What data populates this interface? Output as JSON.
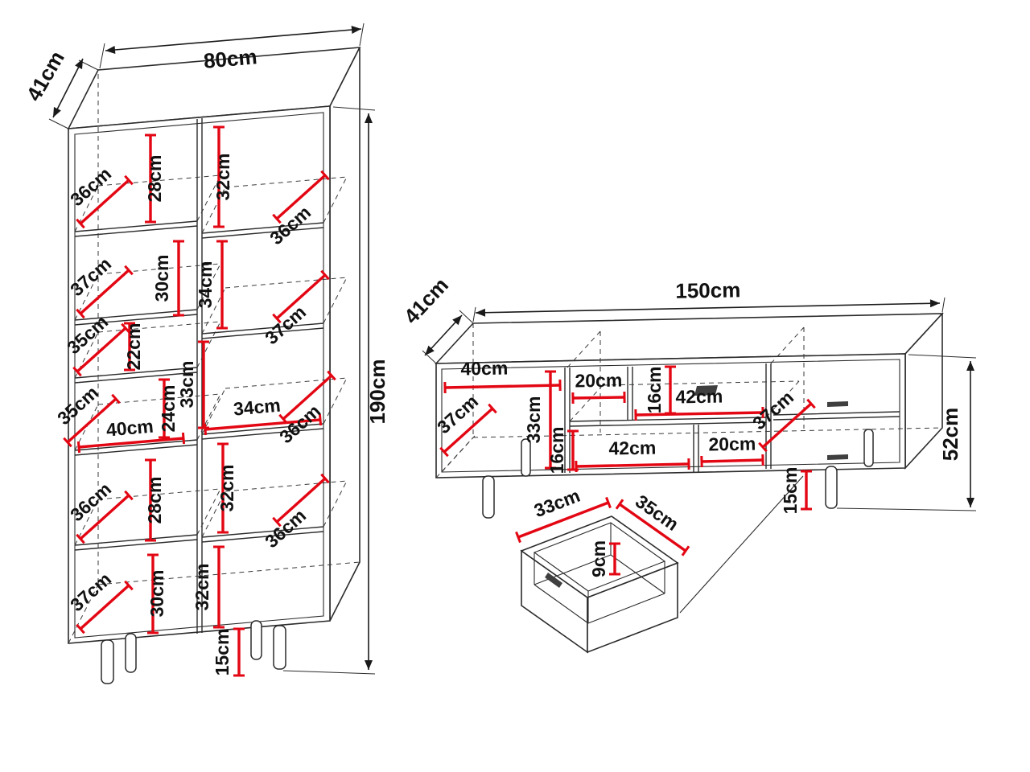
{
  "style": {
    "accent_red": "#e30613",
    "line_black": "#2b2b2b"
  },
  "cabinet": {
    "overall": {
      "width": "80cm",
      "depth": "41cm",
      "height": "190cm",
      "leg_height": "15cm"
    },
    "left_column": {
      "niche_width": "40cm",
      "shelf_heights": [
        "28cm",
        "30cm",
        "22cm",
        "24cm",
        "28cm",
        "30cm"
      ],
      "shelf_depths": [
        "36cm",
        "37cm",
        "35cm",
        "35cm",
        "36cm",
        "37cm"
      ]
    },
    "right_column": {
      "niche_width": "34cm",
      "shelf_heights": [
        "32cm",
        "34cm",
        "33cm",
        "32cm",
        "32cm"
      ],
      "shelf_depths": [
        "36cm",
        "37cm",
        "36cm",
        "36cm"
      ]
    }
  },
  "tv_stand": {
    "overall": {
      "width": "150cm",
      "depth": "41cm",
      "height": "52cm",
      "leg_height": "15cm"
    },
    "sections": {
      "left_width": "40cm",
      "left_height": "33cm",
      "left_depth": "37cm",
      "right_depth": "37cm",
      "niche_top_left_width": "20cm",
      "niche_top_height": "16cm",
      "niche_top_right_width": "42cm",
      "niche_bottom_height": "16cm",
      "niche_bottom_left_width": "42cm",
      "niche_bottom_right_width": "20cm"
    }
  },
  "drawer": {
    "depth": "33cm",
    "width": "35cm",
    "inner_height": "9cm"
  }
}
